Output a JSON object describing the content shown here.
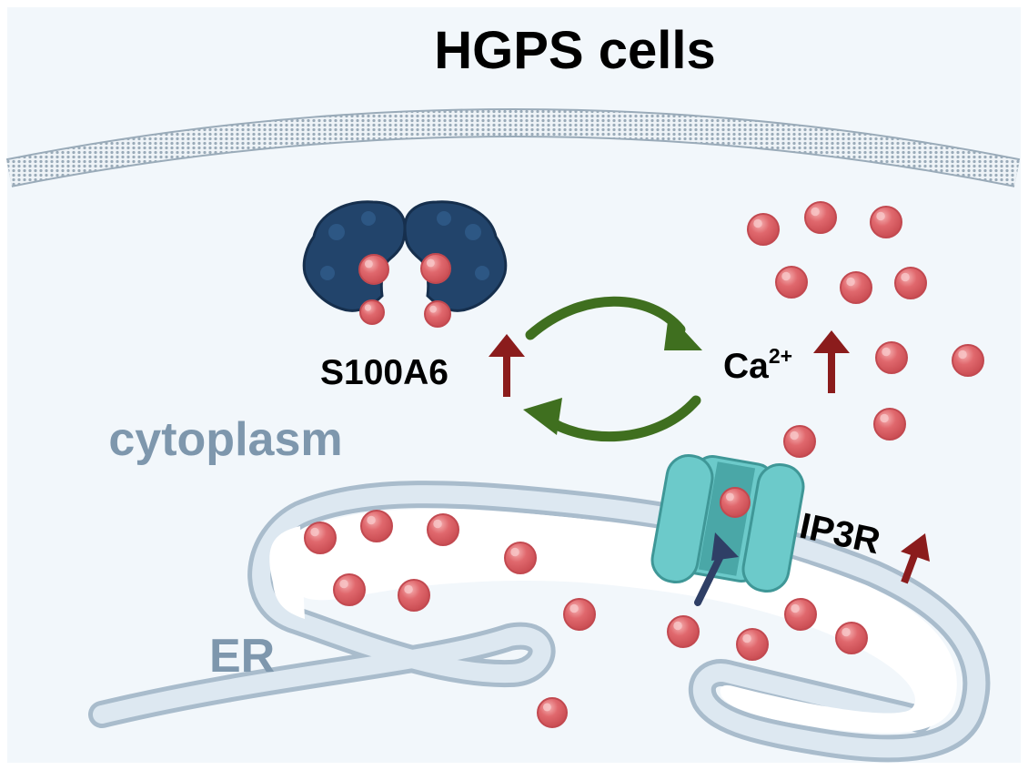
{
  "title": "HGPS cells",
  "labels": {
    "cytoplasm": "cytoplasm",
    "er": "ER",
    "s100a6": "S100A6",
    "ca_base": "Ca",
    "ca_sup": "2+",
    "ip3r": "IP3R"
  },
  "colors": {
    "background": "#f2f7fb",
    "title": "#000000",
    "compartment_label": "#7e97ad",
    "er_membrane": "#a9bccc",
    "er_lumen": "#ffffff",
    "calcium_ion": "#e0686d",
    "protein": "#22446b",
    "channel": "#6ccaca",
    "cycle_arrow": "#3f6f1f",
    "increase_arrow": "#8b1c1c",
    "flux_arrow": "#2f3f66"
  },
  "icons": [
    "s100a6-dimer-icon",
    "ip3r-channel-icon",
    "calcium-ion-icon",
    "increase-arrow-icon",
    "cycle-arrow-icon",
    "plasma-membrane-icon"
  ]
}
